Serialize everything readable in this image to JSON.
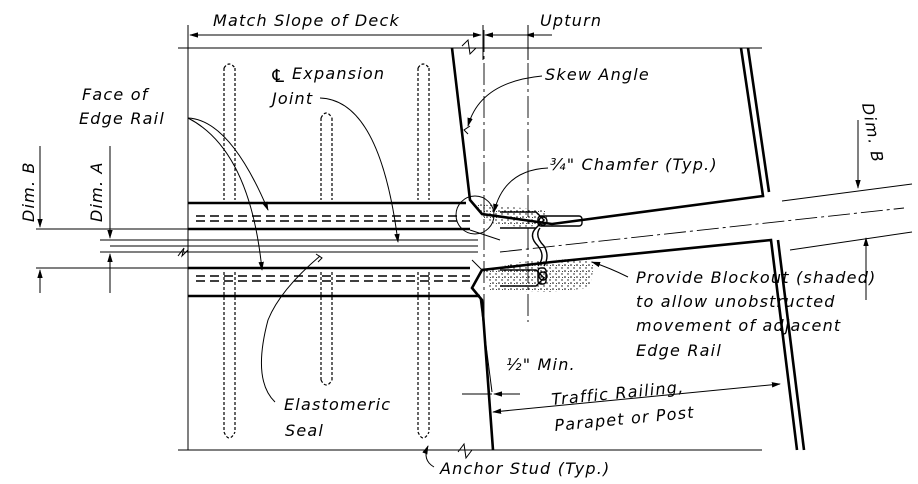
{
  "labels": {
    "match_slope": "Match Slope of Deck",
    "upturn": "Upturn",
    "cl_symbol": "℄",
    "expansion": "Expansion",
    "joint": "Joint",
    "skew_angle": "Skew Angle",
    "face_of": "Face of",
    "edge_rail": "Edge Rail",
    "dim_b": "Dim. B",
    "dim_a": "Dim. A",
    "chamfer": "¾\" Chamfer (Typ.)",
    "blockout_1": "Provide Blockout (shaded)",
    "blockout_2": "to allow unobstructed",
    "blockout_3": "movement of adjacent",
    "blockout_4": "Edge Rail",
    "half_min": "½\" Min.",
    "traffic_1": "Traffic Railing,",
    "traffic_2": "Parapet or Post",
    "elastomeric": "Elastomeric",
    "seal": "Seal",
    "anchor_stud": "Anchor Stud (Typ.)"
  }
}
